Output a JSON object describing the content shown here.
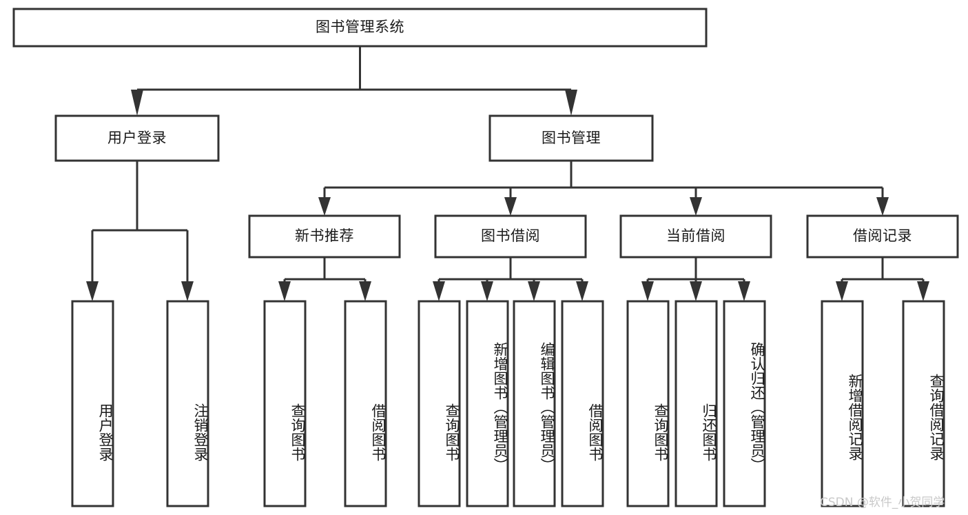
{
  "diagram": {
    "type": "hierarchy-tree",
    "title": "图书管理系统",
    "orientation": "top-down",
    "watermark": "CSDN @软件_小贺同学",
    "levels": 4,
    "root": {
      "id": "root",
      "label": "图书管理系统",
      "level": 0
    },
    "level2": [
      {
        "id": "user-login",
        "label": "用户登录",
        "level": 1
      },
      {
        "id": "book-manage",
        "label": "图书管理",
        "level": 1
      }
    ],
    "level3": [
      {
        "id": "new-book-recommend",
        "label": "新书推荐",
        "level": 2,
        "parent": "book-manage"
      },
      {
        "id": "book-borrow",
        "label": "图书借阅",
        "level": 2,
        "parent": "book-manage"
      },
      {
        "id": "current-borrow",
        "label": "当前借阅",
        "level": 2,
        "parent": "book-manage"
      },
      {
        "id": "borrow-record",
        "label": "借阅记录",
        "level": 2,
        "parent": "book-manage"
      }
    ],
    "leaves": [
      {
        "id": "leaf-user-login",
        "label": "用户登录",
        "level": 3,
        "parent": "user-login"
      },
      {
        "id": "leaf-logout-login",
        "label": "注销登录",
        "level": 3,
        "parent": "user-login"
      },
      {
        "id": "leaf-query-book-1",
        "label": "查询图书",
        "level": 3,
        "parent": "new-book-recommend"
      },
      {
        "id": "leaf-borrow-book-1",
        "label": "借阅图书",
        "level": 3,
        "parent": "new-book-recommend"
      },
      {
        "id": "leaf-query-book-2",
        "label": "查询图书",
        "level": 3,
        "parent": "book-borrow"
      },
      {
        "id": "leaf-add-book",
        "label": "新增图书（管理员）",
        "level": 3,
        "parent": "book-borrow"
      },
      {
        "id": "leaf-edit-book",
        "label": "编辑图书（管理员）",
        "level": 3,
        "parent": "book-borrow"
      },
      {
        "id": "leaf-borrow-book-2",
        "label": "借阅图书",
        "level": 3,
        "parent": "book-borrow"
      },
      {
        "id": "leaf-query-book-3",
        "label": "查询图书",
        "level": 3,
        "parent": "current-borrow"
      },
      {
        "id": "leaf-return-book",
        "label": "归还图书",
        "level": 3,
        "parent": "current-borrow"
      },
      {
        "id": "leaf-confirm-return",
        "label": "确认归还（管理员）",
        "level": 3,
        "parent": "current-borrow"
      },
      {
        "id": "leaf-add-borrow-record",
        "label": "新增借阅记录",
        "level": 3,
        "parent": "borrow-record"
      },
      {
        "id": "leaf-query-borrow-record",
        "label": "查询借阅记录",
        "level": 3,
        "parent": "borrow-record"
      }
    ],
    "colors": {
      "box_stroke": "#333333",
      "box_fill": "#ffffff",
      "connector": "#333333",
      "text": "#1a1a1a",
      "watermark": "#c9c9c9",
      "background": "#ffffff"
    }
  }
}
